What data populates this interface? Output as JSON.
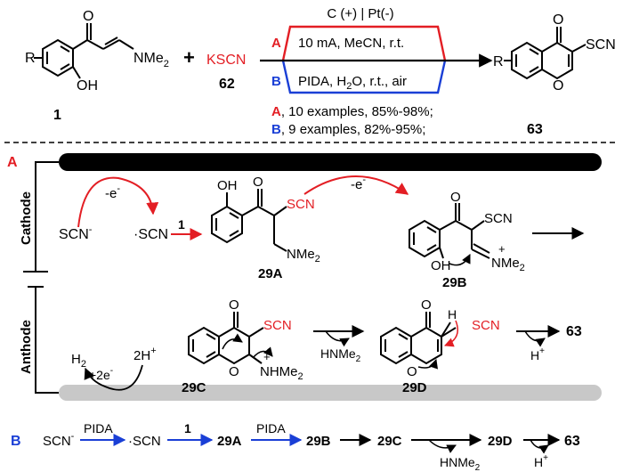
{
  "colors": {
    "ink": "#000000",
    "route_a": "#e31e24",
    "route_b": "#1a3fd6",
    "cathode_bar": "#000000",
    "anode_bar": "#c8c8c8"
  },
  "top": {
    "reagent": "KSCN",
    "reagent_num": "62",
    "sm_num": "1",
    "sm_r": "R",
    "sm_oh": "OH",
    "sm_o": "O",
    "sm_nme2": "NMe",
    "sm_nme2_sub": "2",
    "plus": "+",
    "conditions_header": "C (+) | Pt(-)",
    "route_a_label": "A",
    "route_a_conditions": "10 mA, MeCN, r.t.",
    "route_b_label": "B",
    "route_b_conditions_1": "PIDA, H",
    "route_b_conditions_sub": "2",
    "route_b_conditions_2": "O, r.t., air",
    "product_num": "63",
    "product_r": "R",
    "product_o_top": "O",
    "product_o_ring": "O",
    "product_scn": "SCN",
    "summary_a_label": "A",
    "summary_a_text": ", 10 examples, 85%-98%;",
    "summary_b_label": "B",
    "summary_b_text": ", 9 examples, 82%-95%;"
  },
  "mechanism": {
    "section_label": "A",
    "cathode": "Cathode",
    "anode": "Anthode",
    "scn_anion": "SCN",
    "scn_anion_charge": "-",
    "minus_e_1": "-e",
    "minus_e_1_sup": "-",
    "scn_radical": "·SCN",
    "arrow_num": "1",
    "i29A": {
      "label": "29A",
      "oh": "OH",
      "o": "O",
      "scn": "SCN",
      "nme2": "NMe",
      "nme2_sub": "2"
    },
    "minus_e_2": "-e",
    "minus_e_2_sup": "-",
    "i29B": {
      "label": "29B",
      "o": "O",
      "scn": "SCN",
      "oh": "OH",
      "nme2": "NMe",
      "nme2_sub": "2",
      "plus": "+"
    },
    "i29C": {
      "label": "29C",
      "o_top": "O",
      "o_ring": "O",
      "scn": "SCN",
      "nhme2": "NHMe",
      "nhme2_sub": "2",
      "plus": "+"
    },
    "hnme2": "HNMe",
    "hnme2_sub": "2",
    "i29D": {
      "label": "29D",
      "o_top": "O",
      "o_ring": "O",
      "h": "H",
      "scn": "SCN"
    },
    "h_plus": "H",
    "h_plus_sup": "+",
    "product_63": "63",
    "h2": "H",
    "h2_sub": "2",
    "two_h_plus": "2H",
    "two_h_plus_sup": "+",
    "plus_2e": "+2e",
    "plus_2e_sup": "-"
  },
  "route_b": {
    "label": "B",
    "scn": "SCN",
    "scn_charge": "-",
    "pida_1": "PIDA",
    "scn_radical": "·SCN",
    "num_1": "1",
    "i29A": "29A",
    "pida_2": "PIDA",
    "i29B": "29B",
    "i29C": "29C",
    "i29D": "29D",
    "hnme2": "HNMe",
    "hnme2_sub": "2",
    "product": "63",
    "h_plus": "H",
    "h_plus_sup": "+"
  }
}
